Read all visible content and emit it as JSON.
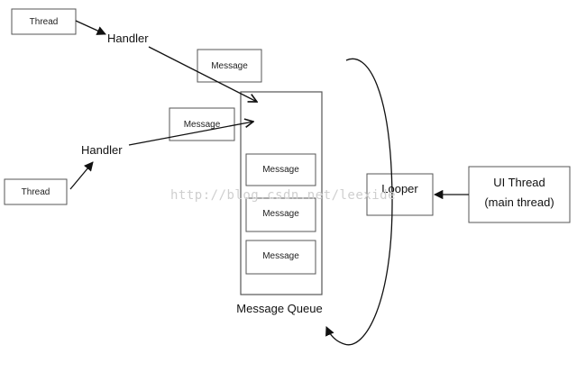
{
  "nodes": {
    "thread_top": "Thread",
    "thread_bottom": "Thread",
    "handler_top": "Handler",
    "handler_bottom": "Handler",
    "message_top": "Message",
    "message_mid": "Message",
    "queue_msg_1": "Message",
    "queue_msg_2": "Message",
    "queue_msg_3": "Message",
    "queue_label": "Message Queue",
    "looper": "Looper",
    "ui_thread_line1": "UI Thread",
    "ui_thread_line2": "(main thread)"
  },
  "watermark": "http://blog.csdn.net/leexide",
  "colors": {
    "stroke": "#555555",
    "arrow": "#111111",
    "watermark": "#cfcfcf"
  }
}
